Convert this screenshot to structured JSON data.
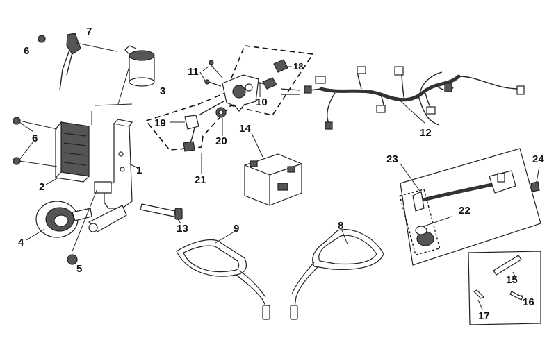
{
  "callouts": {
    "c1": "1",
    "c2": "2",
    "c3": "3",
    "c4": "4",
    "c5": "5",
    "c6a": "6",
    "c6b": "6",
    "c7": "7",
    "c8": "8",
    "c9": "9",
    "c10": "10",
    "c11": "11",
    "c12": "12",
    "c13": "13",
    "c14": "14",
    "c15": "15",
    "c16": "16",
    "c17": "17",
    "c18": "18",
    "c19": "19",
    "c20": "20",
    "c21": "21",
    "c22": "22",
    "c23": "23",
    "c24": "24"
  }
}
